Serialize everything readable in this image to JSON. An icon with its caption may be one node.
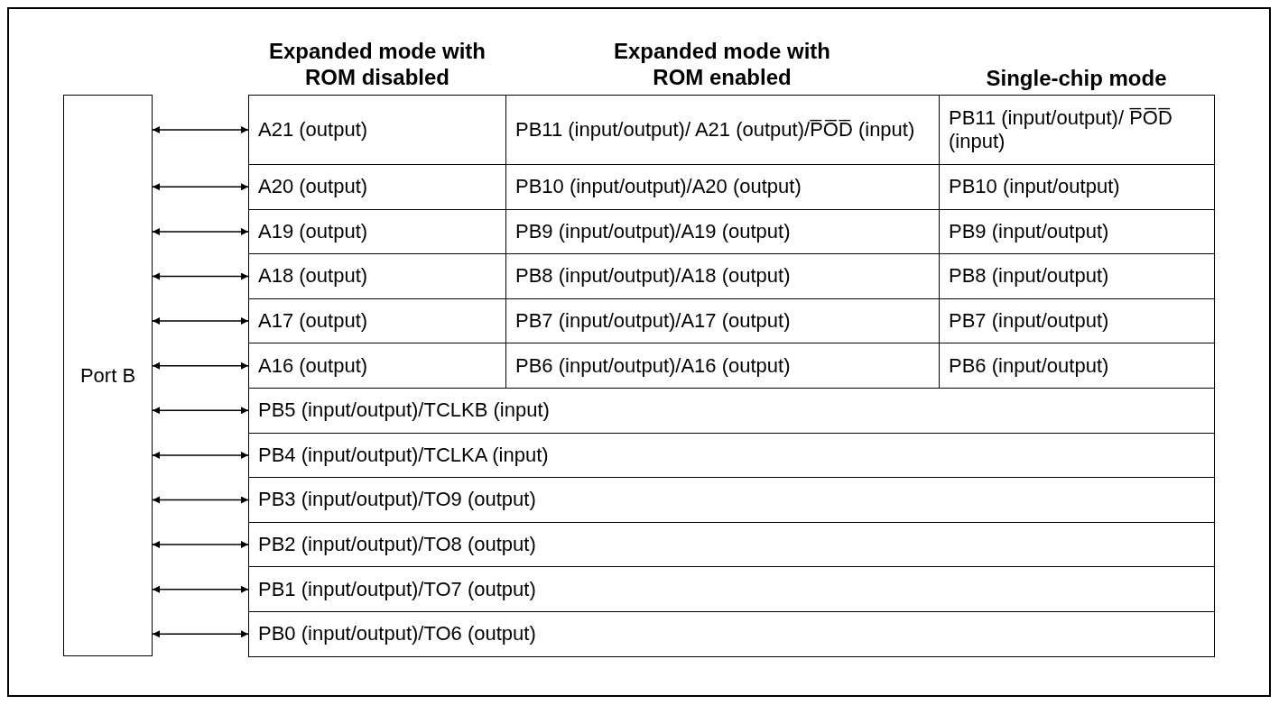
{
  "diagram": {
    "nodes": [
      {
        "text": [
          "Port B"
        ]
      },
      {
        "text": [
          "A21 (output)"
        ]
      },
      {
        "text": [
          "PB11 (input/output)/ A21 (output)/P̅O̅D̅ (input)"
        ]
      },
      {
        "text": [
          "PB11 (input/output)/ P̅O̅D̅ (input)"
        ]
      },
      {
        "text": [
          "A20 (output)"
        ]
      },
      {
        "text": [
          "PB10 (input/output)/A20 (output)"
        ]
      },
      {
        "text": [
          "PB10 (input/output)"
        ]
      },
      {
        "text": [
          "A19 (output)"
        ]
      },
      {
        "text": [
          "PB9 (input/output)/A19 (output)"
        ]
      },
      {
        "text": [
          "PB9 (input/output)"
        ]
      },
      {
        "text": [
          "A18 (output)"
        ]
      },
      {
        "text": [
          "PB8 (input/output)/A18 (output)"
        ]
      },
      {
        "text": [
          "PB8 (input/output)"
        ]
      },
      {
        "text": [
          "A17 (output)"
        ]
      },
      {
        "text": [
          "PB7 (input/output)/A17 (output)"
        ]
      },
      {
        "text": [
          "PB7 (input/output)"
        ]
      },
      {
        "text": [
          "A16 (output)"
        ]
      },
      {
        "text": [
          "PB6 (input/output)/A16 (output)"
        ]
      },
      {
        "text": [
          "PB6 (input/output)"
        ]
      },
      {
        "text": [
          "PB5 (input/output)/TCLKB (input)"
        ]
      },
      {
        "text": [
          "PB4 (input/output)/TCLKA (input)"
        ]
      },
      {
        "text": [
          "PB3 (input/output)/TO9 (output)"
        ]
      },
      {
        "text": [
          "PB2 (input/output)/TO8 (output)"
        ]
      },
      {
        "text": [
          "PB1 (input/output)/TO7 (output)"
        ]
      },
      {
        "text": [
          "PB0 (input/output)/TO6 (output)"
        ]
      }
    ],
    "edges": [
      {
        "from": 0,
        "to": 1,
        "arrow": "both"
      },
      {
        "from": 0,
        "to": 4,
        "arrow": "both"
      },
      {
        "from": 0,
        "to": 7,
        "arrow": "both"
      },
      {
        "from": 0,
        "to": 10,
        "arrow": "both"
      },
      {
        "from": 0,
        "to": 13,
        "arrow": "both"
      },
      {
        "from": 0,
        "to": 16,
        "arrow": "both"
      },
      {
        "from": 0,
        "to": 19,
        "arrow": "both"
      },
      {
        "from": 0,
        "to": 20,
        "arrow": "both"
      },
      {
        "from": 0,
        "to": 21,
        "arrow": "both"
      },
      {
        "from": 0,
        "to": 22,
        "arrow": "both"
      },
      {
        "from": 0,
        "to": 23,
        "arrow": "both"
      },
      {
        "from": 0,
        "to": 24,
        "arrow": "both"
      }
    ],
    "labels": [
      "Expanded mode with ROM disabled",
      "Expanded mode with ROM enabled",
      "Single-chip mode"
    ]
  }
}
